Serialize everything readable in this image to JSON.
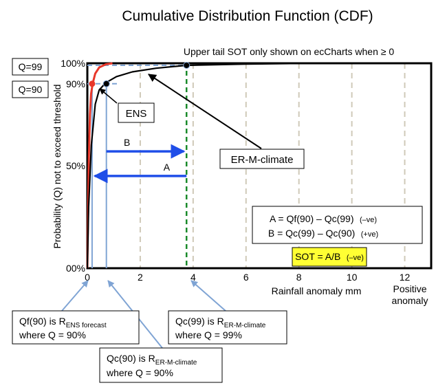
{
  "title": "Cumulative Distribution Function (CDF)",
  "subtitle": "Upper tail SOT only shown on ecCharts when ≥ 0",
  "q_labels": {
    "q99": "Q=99",
    "q90": "Q=90"
  },
  "chart_data": {
    "type": "line",
    "xlabel": "Rainfall anomaly mm",
    "xlabel_extra": "Positive anomaly",
    "ylabel": "Probability (Q) not to exceed threshold",
    "x_ticks": [
      "0",
      "2",
      "4",
      "6",
      "8",
      "10",
      "12"
    ],
    "x_tick_values": [
      0,
      2,
      4,
      6,
      8,
      10,
      12
    ],
    "y_ticks": [
      "00%",
      "50%",
      "90%",
      "100%"
    ],
    "y_tick_values": [
      0,
      50,
      90,
      100
    ],
    "xlim": [
      0,
      13
    ],
    "ylim": [
      0,
      100
    ],
    "grid": "vertical dashed",
    "series": [
      {
        "name": "ENS",
        "color": "#e8372a",
        "x": [
          0,
          0.03,
          0.06,
          0.1,
          0.14,
          0.2,
          0.3,
          0.45,
          0.7,
          0.95
        ],
        "y": [
          0,
          30,
          55,
          75,
          85,
          90,
          95,
          98,
          99.5,
          100
        ]
      },
      {
        "name": "ER-M-climate",
        "color": "#000000",
        "x": [
          0,
          0.05,
          0.15,
          0.3,
          0.45,
          0.7,
          1.1,
          1.7,
          2.6,
          3.75,
          6,
          8.5,
          10.8
        ],
        "y": [
          0,
          30,
          60,
          80,
          87,
          90.5,
          93.5,
          95.8,
          97.6,
          99,
          99.6,
          100,
          100
        ]
      }
    ],
    "points": {
      "qf90": {
        "x": 0.18,
        "y": 90
      },
      "qc90": {
        "x": 0.72,
        "y": 90
      },
      "qc99": {
        "x": 3.75,
        "y": 99
      }
    },
    "annotations": {
      "ens_label": "ENS",
      "er_label": "ER-M-climate",
      "arrow_a": "A",
      "arrow_b": "B"
    }
  },
  "formula": {
    "line1_main": "A = Qf(90) – Qc(99)",
    "line1_note": "(–ve)",
    "line2_main": "B = Qc(99) – Qc(90)",
    "line2_note": "(+ve)",
    "sot_main": "SOT = A/B",
    "sot_note": "(–ve)",
    "sot_bg": "#ffff33"
  },
  "callouts": {
    "qf90": {
      "l1_a": "Qf(90) is R",
      "l1_sub": "ENS forecast",
      "l2": "where Q = 90%"
    },
    "qc90": {
      "l1_a": "Qc(90) is R",
      "l1_sub": "ER-M-climate",
      "l2": "where Q = 90%"
    },
    "qc99": {
      "l1_a": "Qc(99) is R",
      "l1_sub": "ER-M-climate",
      "l2": "where Q = 99%"
    }
  },
  "colors": {
    "accent_blue": "#1f4ee8",
    "dashed_blue": "#7fa4d4",
    "green_dashed": "#1a8a2a",
    "grid": "#cfc9b8"
  }
}
